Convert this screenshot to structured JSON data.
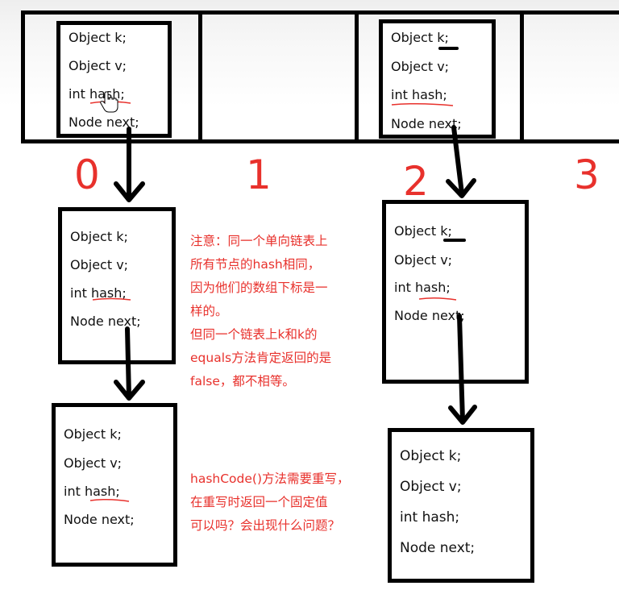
{
  "array": {
    "indices": [
      "0",
      "1",
      "2",
      "3"
    ]
  },
  "node": {
    "k": "Object k;",
    "v": "Object v;",
    "hash": "int hash;",
    "next": "Node next;"
  },
  "notes": {
    "lines": [
      "注意：同一个单向链表上",
      "所有节点的hash相同，",
      "因为他们的数组下标是一",
      "样的。",
      "但同一个链表上k和k的",
      "equals方法肯定返回的是",
      "false，都不相等。"
    ],
    "question_lines": [
      "hashCode()方法需要重写，",
      "在重写时返回一个固定值",
      "可以吗？会出现什么问题？"
    ]
  },
  "colors": {
    "annotation": "#e8312c",
    "stroke": "#000000"
  },
  "icons": [
    "hand-cursor-icon"
  ]
}
